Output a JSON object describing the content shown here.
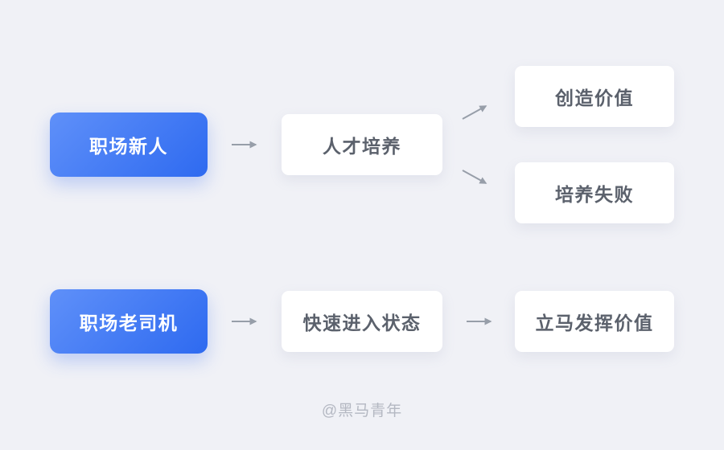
{
  "canvas": {
    "background": "#f0f1f6"
  },
  "palette": {
    "primary_gradient_start": "#5f90f9",
    "primary_gradient_end": "#2e6af0",
    "primary_text": "#ffffff",
    "node_background": "#ffffff",
    "node_text": "#5b616c",
    "arrow": "#979ea9",
    "watermark_color": "#b4b8c2"
  },
  "diagram": {
    "rows": [
      {
        "source": {
          "label": "职场新人"
        },
        "process": {
          "label": "人才培养"
        },
        "outcomes": [
          {
            "label": "创造价值"
          },
          {
            "label": "培养失败"
          }
        ]
      },
      {
        "source": {
          "label": "职场老司机"
        },
        "process": {
          "label": "快速进入状态"
        },
        "outcomes": [
          {
            "label": "立马发挥价值"
          }
        ]
      }
    ],
    "edges": [
      {
        "from": "职场新人",
        "to": "人才培养"
      },
      {
        "from": "人才培养",
        "to": "创造价值"
      },
      {
        "from": "人才培养",
        "to": "培养失败"
      },
      {
        "from": "职场老司机",
        "to": "快速进入状态"
      },
      {
        "from": "快速进入状态",
        "to": "立马发挥价值"
      }
    ]
  },
  "watermark": {
    "label": "@黑马青年"
  }
}
